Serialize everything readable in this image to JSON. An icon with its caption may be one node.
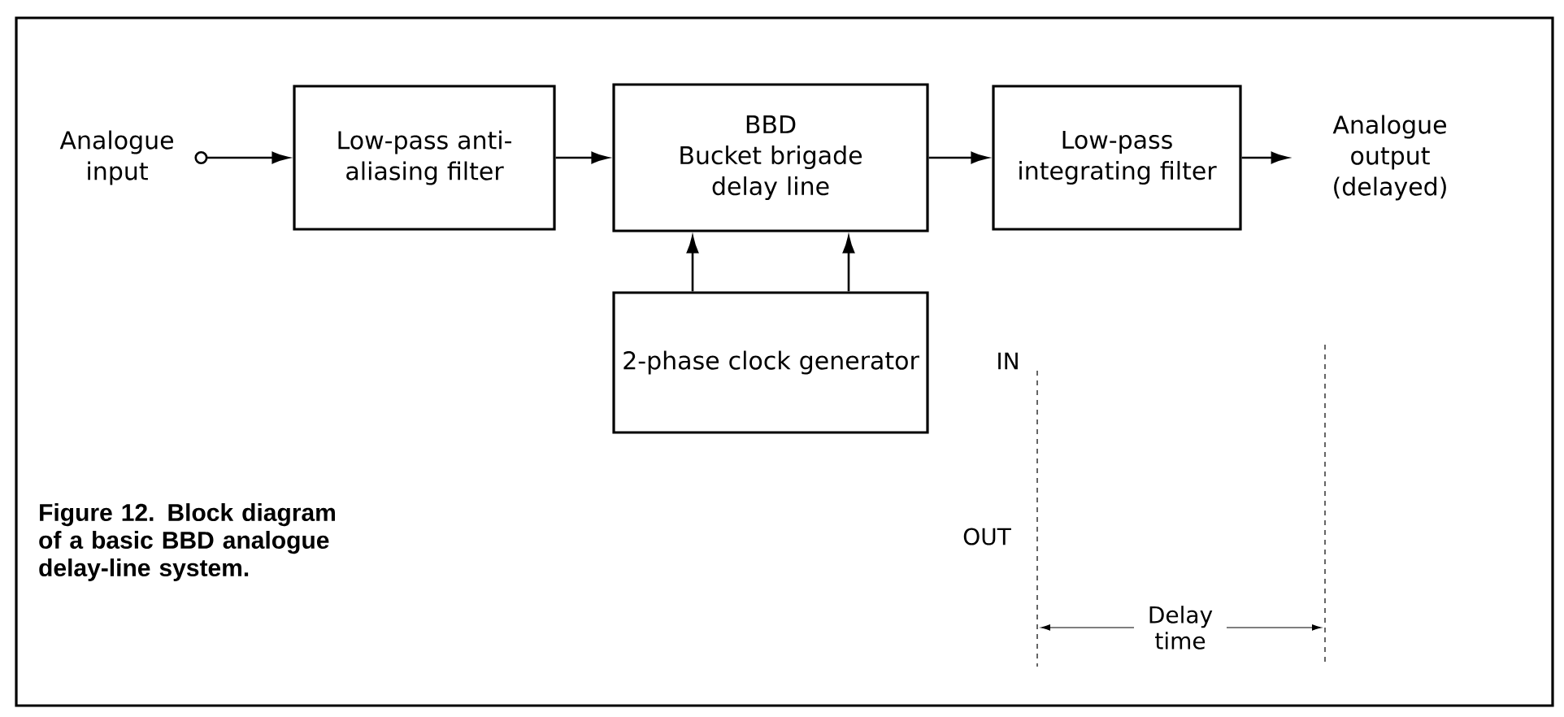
{
  "diagram": {
    "caption": "Figure 12. Block diagram of a basic BBD analogue delay-line system.",
    "nodes": [
      {
        "text": [
          "Analogue input"
        ]
      },
      {
        "text": [
          "Low-pass anti-aliasing filter"
        ]
      },
      {
        "text": [
          "BBD",
          "Bucket brigade delay line"
        ]
      },
      {
        "text": [
          "Low-pass integrating filter"
        ]
      },
      {
        "text": [
          "Analogue output (delayed)"
        ]
      },
      {
        "text": [
          "2-phase clock generator"
        ]
      }
    ],
    "edges": [
      {
        "from": 0,
        "to": 1,
        "arrow": "to"
      },
      {
        "from": 1,
        "to": 2,
        "arrow": "to"
      },
      {
        "from": 2,
        "to": 3,
        "arrow": "to"
      },
      {
        "from": 3,
        "to": 4,
        "arrow": "to"
      },
      {
        "from": 5,
        "to": 2,
        "arrow": "to"
      },
      {
        "from": 5,
        "to": 2,
        "arrow": "to"
      }
    ],
    "labels": [
      "IN",
      "OUT",
      "Delay time"
    ]
  }
}
